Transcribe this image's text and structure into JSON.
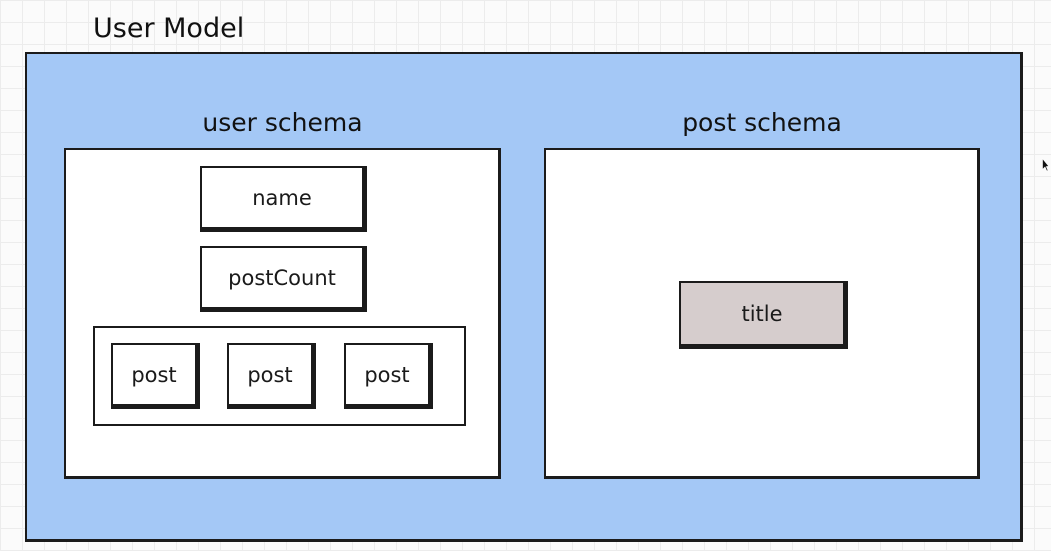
{
  "model": {
    "title": "User Model",
    "background_color": "#a4c8f6"
  },
  "user_schema": {
    "title": "user schema",
    "fields": {
      "name": "name",
      "post_count": "postCount"
    },
    "posts": [
      "post",
      "post",
      "post"
    ]
  },
  "post_schema": {
    "title": "post schema",
    "fields": {
      "title": "title"
    },
    "title_field_color": "#d6cdcd"
  },
  "icons": {
    "cursor": "mouse-cursor-icon"
  }
}
